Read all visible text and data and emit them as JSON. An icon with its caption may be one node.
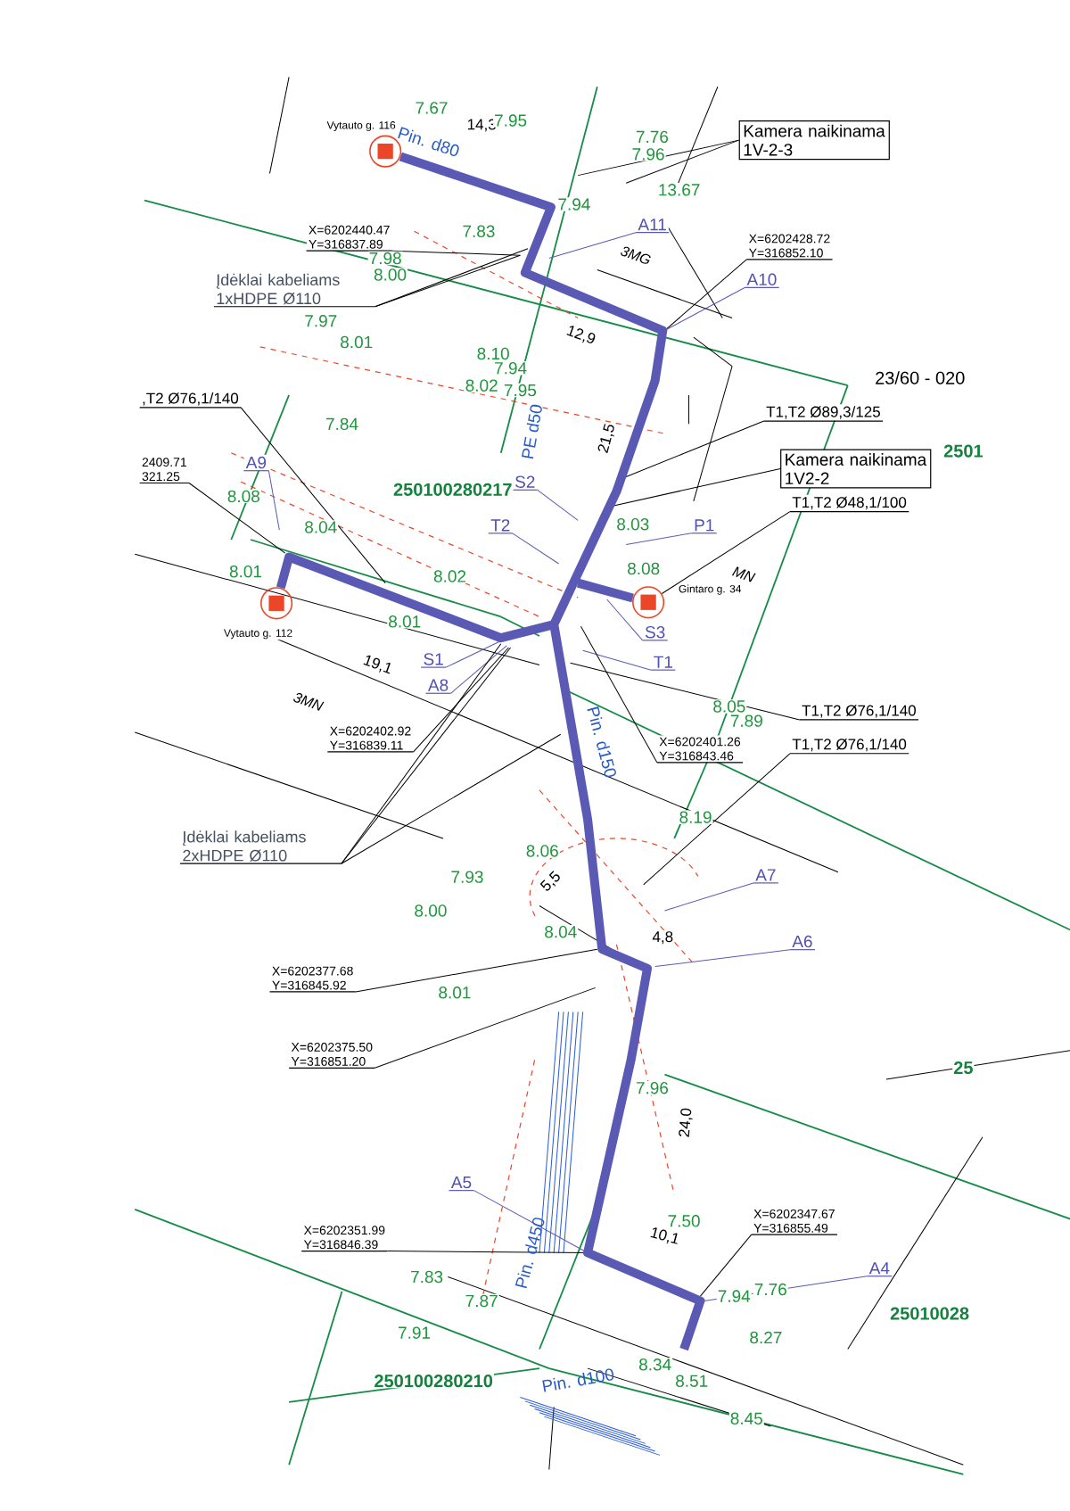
{
  "diagram": {
    "nodes": [
      {
        "text": [
          "Kamera naikinama 1V-2-3"
        ]
      },
      {
        "text": [
          "X=6202440.47",
          "Y=316837.89"
        ]
      },
      {
        "text": [
          "Įdėklai kabeliams 1xHDPE Ø110"
        ]
      },
      {
        "text": [
          "A11"
        ]
      },
      {
        "text": [
          "X=6202428.72",
          "Y=316852.10"
        ]
      },
      {
        "text": [
          "A10"
        ]
      },
      {
        "text": [
          ",T2 Ø76,1/140"
        ]
      },
      {
        "text": [
          "T1,T2 Ø89,3/125"
        ]
      },
      {
        "text": [
          "Kamera naikinama 1V2-2"
        ]
      },
      {
        "text": [
          "T1,T2 Ø48,1/100"
        ]
      },
      {
        "text": [
          "2409.71",
          "321.25"
        ]
      },
      {
        "text": [
          "A9"
        ]
      },
      {
        "text": [
          "S2"
        ]
      },
      {
        "text": [
          "T2"
        ]
      },
      {
        "text": [
          "P1"
        ]
      },
      {
        "text": [
          "S3"
        ]
      },
      {
        "text": [
          "T1"
        ]
      },
      {
        "text": [
          "S1"
        ]
      },
      {
        "text": [
          "A8"
        ]
      },
      {
        "text": [
          "X=6202402.92",
          "Y=316839.11"
        ]
      },
      {
        "text": [
          "X=6202401.26",
          "Y=316843.46"
        ]
      },
      {
        "text": [
          "T1,T2 Ø76,1/140"
        ]
      },
      {
        "text": [
          "T1,T2 Ø76,1/140"
        ]
      },
      {
        "text": [
          "Įdėklai kabeliams 2xHDPE Ø110"
        ]
      },
      {
        "text": [
          "A7"
        ]
      },
      {
        "text": [
          "A6"
        ]
      },
      {
        "text": [
          "X=6202377.68",
          "Y=316845.92"
        ]
      },
      {
        "text": [
          "X=6202375.50",
          "Y=316851.20"
        ]
      },
      {
        "text": [
          "A5"
        ]
      },
      {
        "text": [
          "X=6202351.99",
          "Y=316846.39"
        ]
      },
      {
        "text": [
          "X=6202347.67",
          "Y=316855.49"
        ]
      },
      {
        "text": [
          "A4"
        ]
      },
      {
        "text": [],
        "shape": "circle",
        "beside": [
          "Vytauto g. 116"
        ]
      },
      {
        "text": [],
        "shape": "circle",
        "beside": [
          "Vytauto g. 112"
        ]
      },
      {
        "text": [],
        "shape": "circle",
        "beside": [
          "Gintaro g. 34"
        ]
      }
    ],
    "edges": [
      {
        "from": 0,
        "to": null,
        "arrow": "none"
      },
      {
        "from": 0,
        "to": null,
        "arrow": "none"
      },
      {
        "from": 1,
        "to": null,
        "arrow": "none"
      },
      {
        "from": 2,
        "to": null,
        "arrow": "none"
      },
      {
        "from": 2,
        "to": null,
        "arrow": "none"
      },
      {
        "from": 3,
        "to": null,
        "arrow": "none",
        "color": "#5a5ab4"
      },
      {
        "from": 4,
        "to": null,
        "arrow": "none"
      },
      {
        "from": 5,
        "to": null,
        "arrow": "none",
        "color": "#5a5ab4"
      },
      {
        "from": 6,
        "to": null,
        "arrow": "none"
      },
      {
        "from": 7,
        "to": null,
        "arrow": "none"
      },
      {
        "from": 8,
        "to": null,
        "arrow": "none"
      },
      {
        "from": 9,
        "to": 34,
        "arrow": "none"
      },
      {
        "from": 10,
        "to": null,
        "arrow": "none"
      },
      {
        "from": 11,
        "to": null,
        "arrow": "none",
        "color": "#5a5ab4"
      },
      {
        "from": 12,
        "to": null,
        "arrow": "none",
        "color": "#5a5ab4"
      },
      {
        "from": 13,
        "to": null,
        "arrow": "none",
        "color": "#5a5ab4"
      },
      {
        "from": 14,
        "to": null,
        "arrow": "none",
        "color": "#5a5ab4"
      },
      {
        "from": 15,
        "to": null,
        "arrow": "none",
        "color": "#5a5ab4"
      },
      {
        "from": 16,
        "to": null,
        "arrow": "none",
        "color": "#5a5ab4"
      },
      {
        "from": 17,
        "to": null,
        "arrow": "none",
        "color": "#5a5ab4"
      },
      {
        "from": 18,
        "to": null,
        "arrow": "none",
        "color": "#5a5ab4"
      },
      {
        "from": 19,
        "to": null,
        "arrow": "none"
      },
      {
        "from": 20,
        "to": null,
        "arrow": "none"
      },
      {
        "from": 21,
        "to": null,
        "arrow": "none"
      },
      {
        "from": 22,
        "to": null,
        "arrow": "none"
      },
      {
        "from": 23,
        "to": null,
        "arrow": "none"
      },
      {
        "from": 23,
        "to": null,
        "arrow": "none"
      },
      {
        "from": 23,
        "to": null,
        "arrow": "none"
      },
      {
        "from": 24,
        "to": null,
        "arrow": "none",
        "color": "#5a5ab4"
      },
      {
        "from": 25,
        "to": null,
        "arrow": "none",
        "color": "#5a5ab4"
      },
      {
        "from": 26,
        "to": null,
        "arrow": "none"
      },
      {
        "from": 27,
        "to": null,
        "arrow": "none"
      },
      {
        "from": 28,
        "to": null,
        "arrow": "none",
        "color": "#5a5ab4"
      },
      {
        "from": 29,
        "to": null,
        "arrow": "none"
      },
      {
        "from": 30,
        "to": null,
        "arrow": "none"
      },
      {
        "from": 31,
        "to": null,
        "arrow": "none",
        "color": "#5a5ab4"
      },
      {
        "from": 32,
        "to": null,
        "arrow": "none",
        "style": "thick",
        "color": "#5a5ab4"
      },
      {
        "from": 33,
        "to": null,
        "arrow": "none",
        "style": "thick",
        "color": "#5a5ab4"
      },
      {
        "from": 34,
        "to": null,
        "arrow": "none",
        "style": "thick",
        "color": "#5a5ab4"
      }
    ],
    "labels": [
      "23/60 - 020",
      "2501",
      "250100280217",
      "250100280210",
      "25010028",
      "25",
      "3MN",
      "3MG",
      "MN",
      "19,1",
      "12,9",
      "21,5",
      "14,3",
      "4,8",
      "24,0",
      "10,1",
      "5,5",
      "Pin. d80",
      "PE d50",
      "Pin. d150",
      "Pin. d450",
      "Pin. d100",
      "7.67",
      "7.95",
      "7.76",
      "7.96",
      "13.67",
      "7.94",
      "7.83",
      "7.98",
      "8.00",
      "7.97",
      "8.01",
      "8.10",
      "7.94",
      "8.02",
      "7.95",
      "7.84",
      "8.08",
      "8.04",
      "8.01",
      "8.02",
      "8.01",
      "8.03",
      "8.08",
      "8.05",
      "7.89",
      "8.19",
      "8.06",
      "7.93",
      "8.00",
      "8.04",
      "8.01",
      "7.96",
      "7.50",
      "7.83",
      "7.87",
      "7.91",
      "7.94",
      "7.76",
      "8.27",
      "8.34",
      "8.51",
      "8.45"
    ]
  }
}
